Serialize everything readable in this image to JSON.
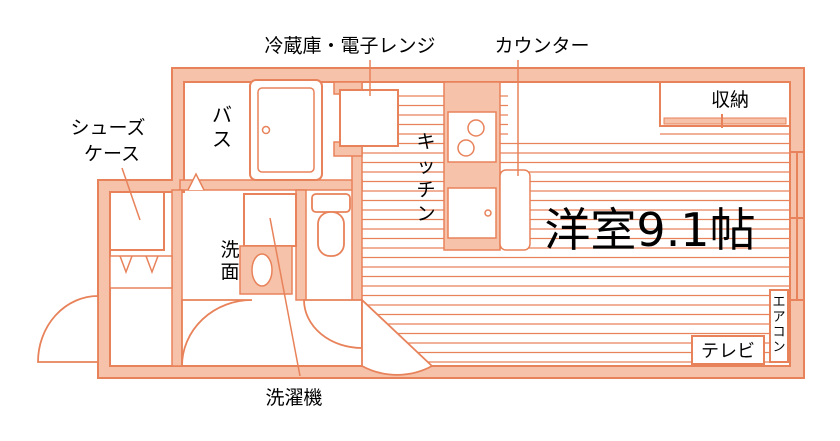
{
  "colors": {
    "wall_fill": "#f6c2aa",
    "wall_stroke": "#e8825a",
    "line": "#e8825a",
    "text": "#000000",
    "background": "#ffffff"
  },
  "labels": {
    "fridge_microwave": "冷蔵庫・電子レンジ",
    "counter": "カウンター",
    "storage": "収納",
    "bath": "バス",
    "shoe_case_line1": "シューズ",
    "shoe_case_line2": "ケース",
    "kitchen": "キッチン",
    "room": "洋室9.1帖",
    "washbasin": "洗面",
    "washing_machine": "洗濯機",
    "aircon": "エアコン",
    "tv": "テレビ"
  }
}
